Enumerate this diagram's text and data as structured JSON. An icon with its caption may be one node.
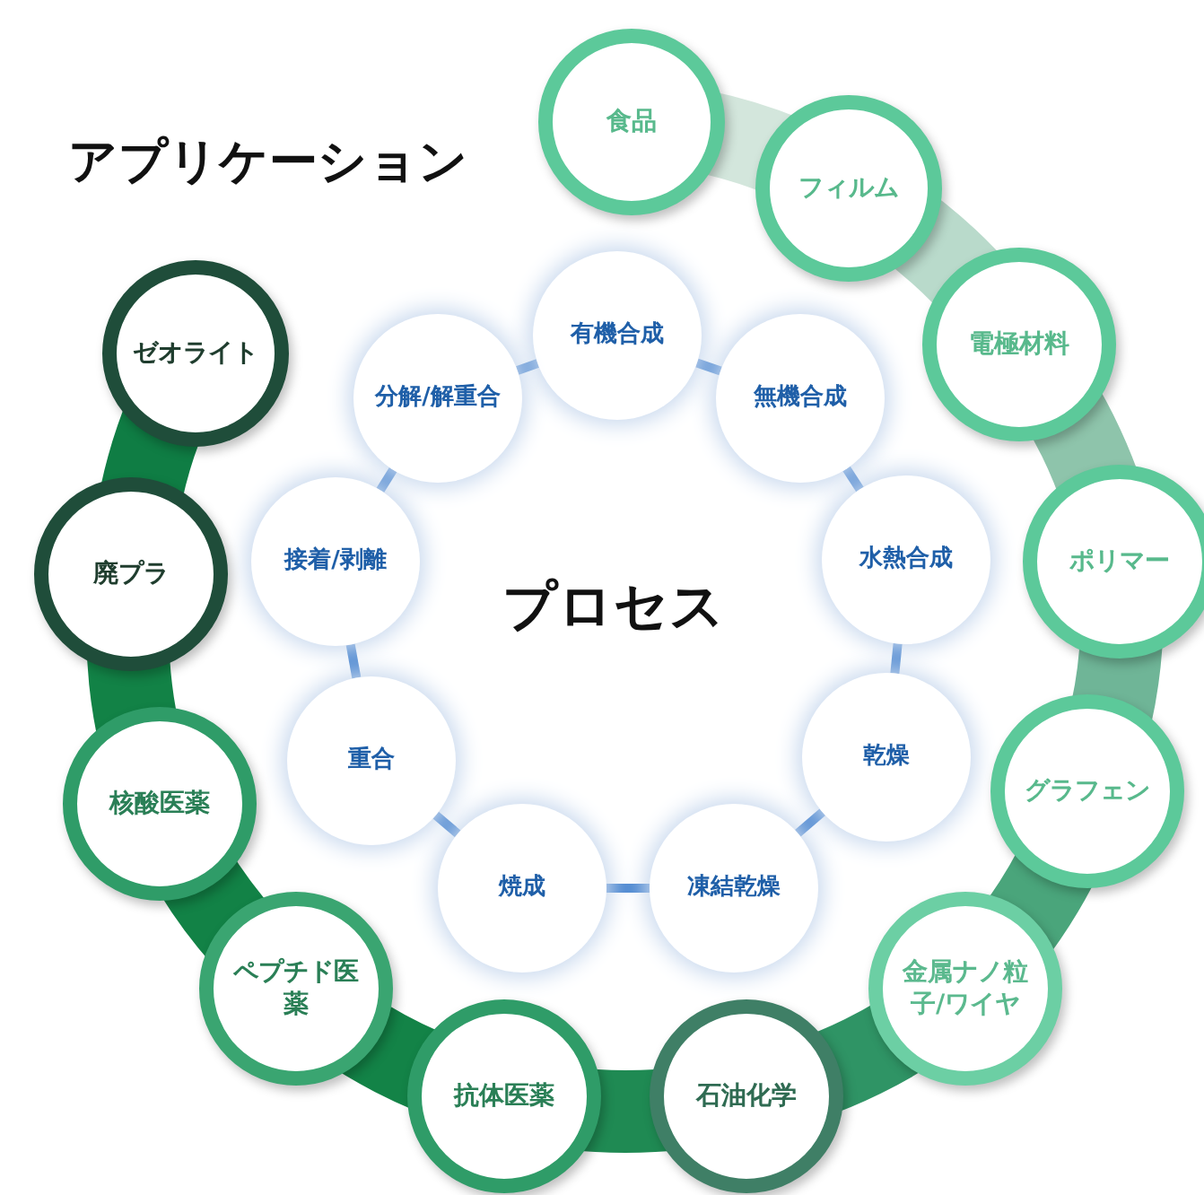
{
  "diagram": {
    "title": "アプリケーション",
    "nodes": [
      {
        "text": [
          "有機合成"
        ]
      },
      {
        "text": [
          "無機合成"
        ]
      },
      {
        "text": [
          "水熱合成"
        ]
      },
      {
        "text": [
          "乾燥"
        ]
      },
      {
        "text": [
          "凍結乾燥"
        ]
      },
      {
        "text": [
          "焼成"
        ]
      },
      {
        "text": [
          "重合"
        ]
      },
      {
        "text": [
          "接着/剥離"
        ]
      },
      {
        "text": [
          "分解/解重合"
        ]
      },
      {
        "text": [
          "食品"
        ]
      },
      {
        "text": [
          "フィルム"
        ]
      },
      {
        "text": [
          "電極材料"
        ]
      },
      {
        "text": [
          "ポリマー"
        ]
      },
      {
        "text": [
          "グラフェン"
        ]
      },
      {
        "text": [
          "金属ナノ粒子/ワイヤ"
        ]
      },
      {
        "text": [
          "石油化学"
        ]
      },
      {
        "text": [
          "抗体医薬"
        ]
      },
      {
        "text": [
          "ペプチド医薬"
        ]
      },
      {
        "text": [
          "核酸医薬"
        ]
      },
      {
        "text": [
          "廃プラ"
        ]
      },
      {
        "text": [
          "ゼオライト"
        ]
      }
    ],
    "edges": [
      {
        "from": 0,
        "to": 1,
        "arrow": "none"
      },
      {
        "from": 1,
        "to": 2,
        "arrow": "none"
      },
      {
        "from": 2,
        "to": 3,
        "arrow": "none"
      },
      {
        "from": 3,
        "to": 4,
        "arrow": "none"
      },
      {
        "from": 4,
        "to": 5,
        "arrow": "none"
      },
      {
        "from": 5,
        "to": 6,
        "arrow": "none"
      },
      {
        "from": 6,
        "to": 7,
        "arrow": "none"
      },
      {
        "from": 7,
        "to": 8,
        "arrow": "none"
      },
      {
        "from": 8,
        "to": 0,
        "arrow": "none"
      }
    ],
    "labels": [
      "プロセス"
    ]
  }
}
